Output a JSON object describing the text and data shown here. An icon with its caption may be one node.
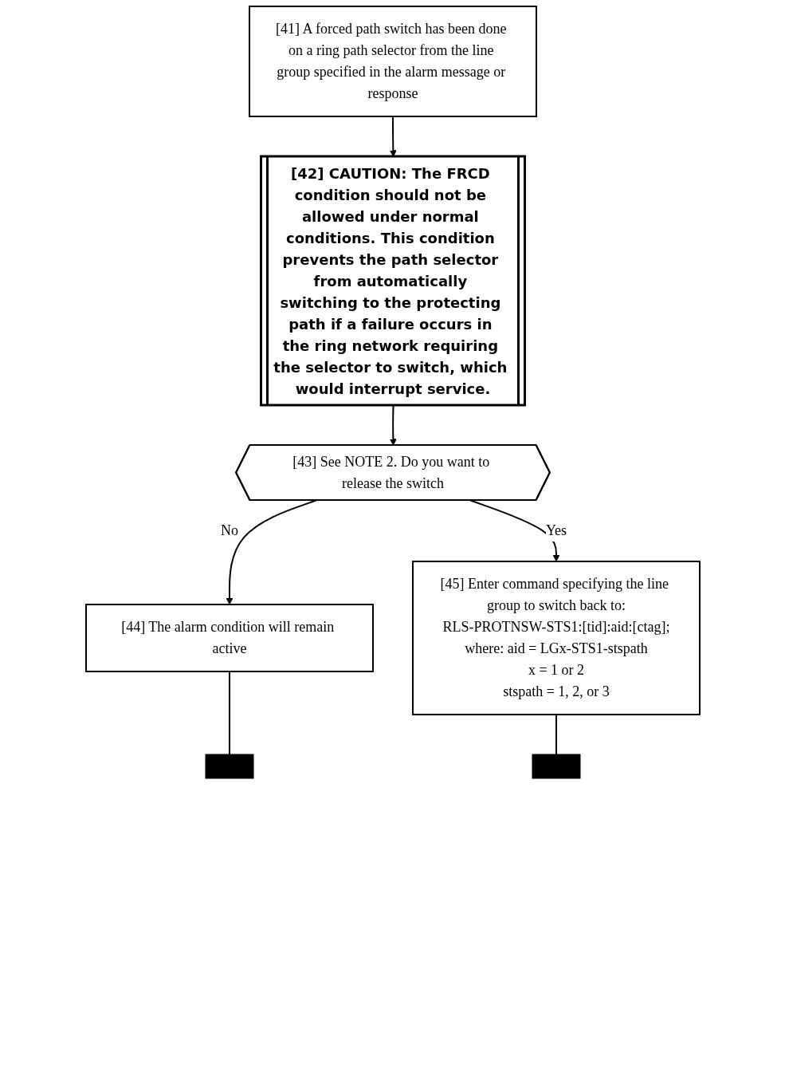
{
  "diagram": {
    "nodes": [
      {
        "text": [
          "[41] A forced path switch has been done on a ring path selector from the line group specified in the alarm message or response"
        ]
      },
      {
        "text": [
          "[42] CAUTION: The FRCD condition should not be allowed under normal conditions. This condition prevents the path selector from automatically switching to the protecting path if a failure occurs in the ring network requiring the selector to switch, which would interrupt service."
        ]
      },
      {
        "text": [
          "[43] See NOTE 2. Do you want to release the switch"
        ]
      },
      {
        "text": [
          "[44] The alarm condition will remain active"
        ]
      },
      {
        "text": [],
        "shape": "bar"
      },
      {
        "text": [
          "[45] Enter command specifying the line group to switch back to:",
          "RLS-PROTNSW-STS1:[tid]:aid:[ctag];",
          "where: aid = LGx-STS1-stspath",
          "x = 1 or 2",
          "stspath = 1, 2, or 3"
        ]
      },
      {
        "text": [],
        "shape": "bar"
      }
    ],
    "edges": [
      {
        "from": 0,
        "to": 1,
        "arrow": "to"
      },
      {
        "from": 1,
        "to": 2,
        "arrow": "to"
      },
      {
        "from": 2,
        "to": 3,
        "arrow": "to",
        "label": "No"
      },
      {
        "from": 3,
        "to": 4,
        "arrow": "none"
      },
      {
        "from": 2,
        "to": 5,
        "arrow": "to",
        "label": "Yes"
      },
      {
        "from": 5,
        "to": 6,
        "arrow": "none"
      }
    ]
  }
}
